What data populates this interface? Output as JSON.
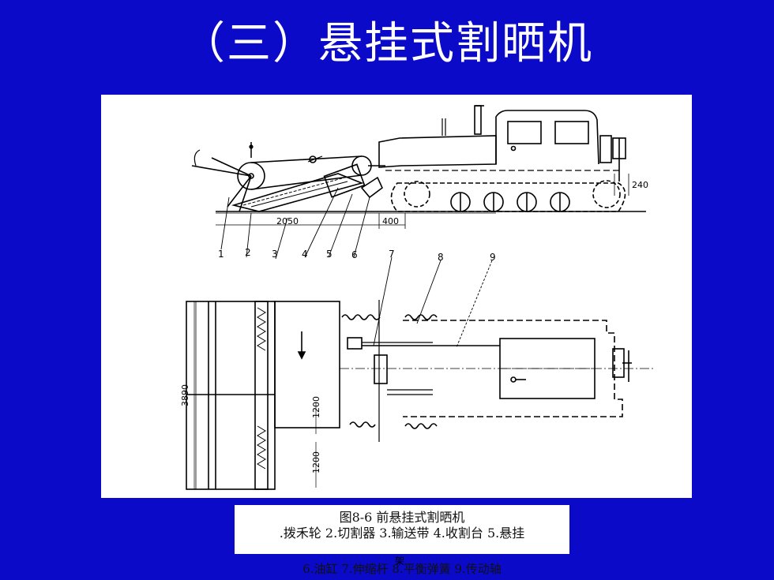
{
  "slide": {
    "title": "（三）悬挂式割晒机"
  },
  "figure": {
    "dimensions": {
      "d2050": "2050",
      "d400": "400",
      "d240": "240",
      "d3890": "3890",
      "d1200a": "1200",
      "d1200b": "1200"
    },
    "callouts": [
      "1",
      "2",
      "3",
      "4",
      "5",
      "6",
      "7",
      "8",
      "9"
    ]
  },
  "caption": {
    "line1": "图8-6  前悬挂式割晒机",
    "line2": ".拨禾轮 2.切割器 3.输送带 4.收割台 5.悬挂",
    "line2_wrap": "架",
    "line3": "6.油缸 7.伸缩杆 8.平衡弹簧 9.传动轴"
  }
}
